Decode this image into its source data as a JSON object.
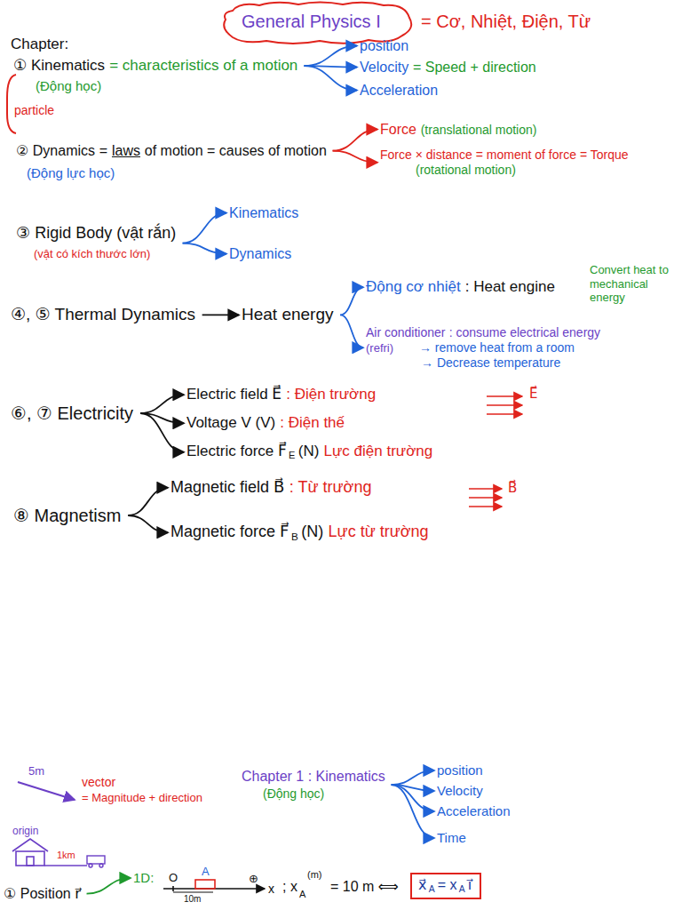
{
  "diagram": {
    "title": "General Physics I",
    "nodes": [
      {
        "text": [
          "① Kinematics",
          "= characteristics of a motion"
        ]
      },
      {
        "text": [
          "position"
        ]
      },
      {
        "text": [
          "Velocity",
          "= Speed + direction"
        ]
      },
      {
        "text": [
          "Acceleration"
        ]
      },
      {
        "text": [
          "② Dynamics",
          "=",
          "laws",
          "of motion = causes of motion"
        ]
      },
      {
        "text": [
          "Force",
          "(translational motion)"
        ]
      },
      {
        "text": [
          "Force × distance = moment of force = Torque",
          "(rotational motion)"
        ]
      },
      {
        "text": [
          "③ Rigid Body (vật rắn)",
          "(vật có kích thước lớn)"
        ]
      },
      {
        "text": [
          "Kinematics"
        ]
      },
      {
        "text": [
          "Dynamics"
        ]
      },
      {
        "text": [
          "④, ⑤ Thermal Dynamics"
        ]
      },
      {
        "text": [
          "Heat energy"
        ]
      },
      {
        "text": [
          "Động cơ nhiệt",
          ": Heat engine"
        ]
      },
      {
        "text": [
          "Air conditioner",
          ": consume electrical energy",
          "(refri)",
          "→ remove heat from a room",
          "→ Decrease temperature"
        ]
      },
      {
        "text": [
          "⑥, ⑦ Electricity"
        ]
      },
      {
        "text": [
          "Electric field E⃗",
          ": Điện trường"
        ]
      },
      {
        "text": [
          "Voltage V (V)",
          ": Điện thế"
        ]
      },
      {
        "text": [
          "Electric force F⃗",
          "E",
          "(N)",
          "Lực điện trường"
        ]
      },
      {
        "text": [
          "⑧ Magnetism"
        ]
      },
      {
        "text": [
          "Magnetic field B⃗",
          ": Từ trường"
        ]
      },
      {
        "text": [
          "Magnetic force F⃗",
          "B",
          "(N)",
          "Lực từ trường"
        ]
      },
      {
        "text": [
          "Chapter 1 : Kinematics",
          "(Động học)"
        ]
      },
      {
        "text": [
          "position"
        ]
      },
      {
        "text": [
          "Velocity"
        ]
      },
      {
        "text": [
          "Acceleration"
        ]
      },
      {
        "text": [
          "Time"
        ]
      },
      {
        "text": [
          "① Position r⃗"
        ]
      },
      {
        "text": [
          "1D:"
        ]
      },
      {
        "text": [
          "x⃗",
          "A",
          "= x",
          "A",
          "i⃗"
        ]
      }
    ],
    "edges": [
      {
        "from": 0,
        "to": 1,
        "arrow": "to"
      },
      {
        "from": 0,
        "to": 2,
        "arrow": "to"
      },
      {
        "from": 0,
        "to": 3,
        "arrow": "to"
      },
      {
        "from": 4,
        "to": 5,
        "arrow": "to"
      },
      {
        "from": 4,
        "to": 6,
        "arrow": "to"
      },
      {
        "from": 7,
        "to": 8,
        "arrow": "to"
      },
      {
        "from": 7,
        "to": 9,
        "arrow": "to"
      },
      {
        "from": 10,
        "to": 11,
        "arrow": "to"
      },
      {
        "from": 11,
        "to": 12,
        "arrow": "to"
      },
      {
        "from": 11,
        "to": 13,
        "arrow": "to"
      },
      {
        "from": 14,
        "to": 15,
        "arrow": "to"
      },
      {
        "from": 14,
        "to": 16,
        "arrow": "to"
      },
      {
        "from": 14,
        "to": 17,
        "arrow": "to"
      },
      {
        "from": 18,
        "to": 19,
        "arrow": "to"
      },
      {
        "from": 18,
        "to": 20,
        "arrow": "to"
      },
      {
        "from": 21,
        "to": 22,
        "arrow": "to"
      },
      {
        "from": 21,
        "to": 23,
        "arrow": "to"
      },
      {
        "from": 21,
        "to": 24,
        "arrow": "to"
      },
      {
        "from": 21,
        "to": 25,
        "arrow": "to"
      },
      {
        "from": 26,
        "to": 27,
        "arrow": "to"
      }
    ],
    "labels": [
      "= Cơ, Nhiệt, Điện, Từ",
      "Chapter:",
      "(Động học)",
      "particle",
      "(Động lực học)",
      "Convert heat to mechanical energy",
      "E⃗",
      "B⃗",
      "5m",
      "vector",
      "= Magnitude + direction",
      "origin",
      "1km",
      "O",
      "A",
      "⊕",
      "x",
      "10m",
      "; x",
      "A",
      "(m)",
      "= 10 m ⟺"
    ]
  }
}
